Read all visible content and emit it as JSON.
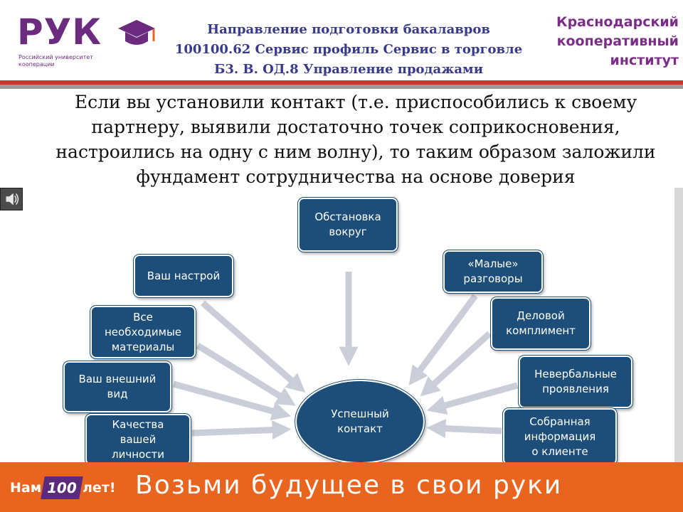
{
  "header": {
    "logo_text": "РУК",
    "logo_subtitle": "Российский университет кооперации",
    "center_lines": [
      "Направление подготовки бакалавров",
      "100100.62 Сервис профиль Сервис в торговле",
      "Б3. В. ОД.8 Управление продажами"
    ],
    "right_lines": [
      "Краснодарский",
      "кооперативный",
      "институт"
    ],
    "colors": {
      "brand_purple": "#6b2c7f",
      "title_blue": "#3a3a8c",
      "accent_red": "#c8372e"
    }
  },
  "body_text": "Если вы установили контакт (т.е. приспособились к своему партнеру, выявили достаточно точек соприкосновения, настроились на одну с ним волну),  то таким образом заложили фундамент сотрудничества на основе доверия",
  "diagram": {
    "center": "Успешный\nконтакт",
    "top": "Обстановка\nвокруг",
    "left": [
      "Ваш настрой",
      "Все\nнеобходимые\nматериалы",
      "Ваш внешний\nвид",
      "Качества\nвашей\nличности"
    ],
    "right": [
      "«Малые»\nразговоры",
      "Деловой\nкомплимент",
      "Невербальные\nпроявления",
      "Собранная\nинформация\nо клиенте"
    ],
    "node_color": "#1d4e79",
    "arrow_color": "#c9ced8",
    "sound_icon": "speaker-icon"
  },
  "footer": {
    "badge_prefix": "Нам",
    "badge_number": "100",
    "badge_suffix": "лет!",
    "slogan": "Возьми будущее в свои руки",
    "color": "#e9641f"
  }
}
